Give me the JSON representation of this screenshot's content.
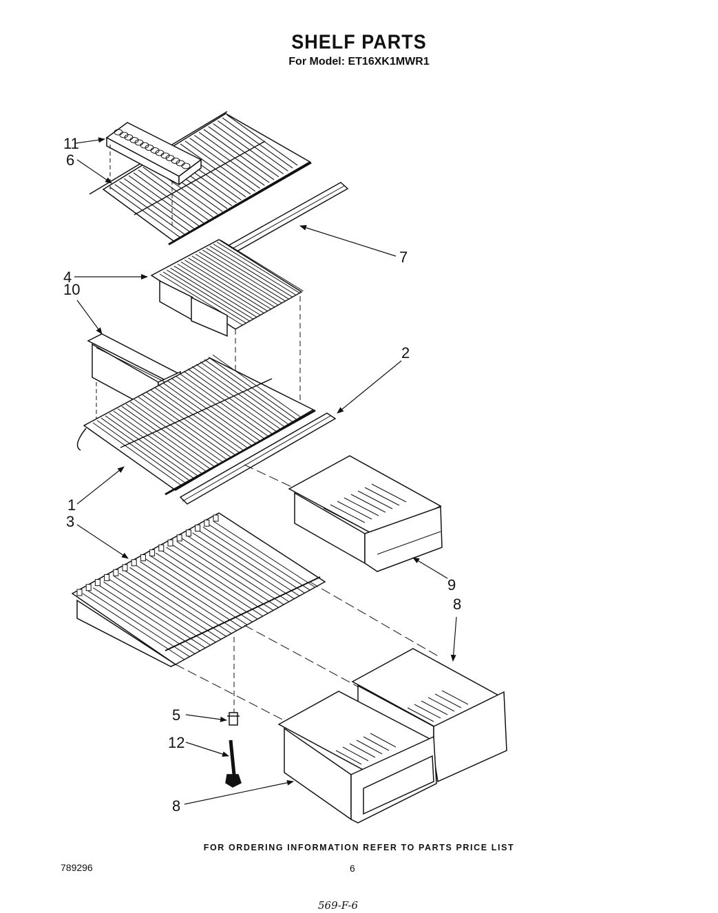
{
  "title": "SHELF PARTS",
  "subtitle": "For Model: ET16XK1MWR1",
  "footer": "FOR ORDERING INFORMATION REFER TO PARTS PRICE LIST",
  "doc_number": "789296",
  "page_number": "6",
  "handwritten_note": "569-F-6",
  "callouts": [
    "11",
    "6",
    "7",
    "4",
    "10",
    "2",
    "1",
    "3",
    "9",
    "8",
    "8",
    "5",
    "12"
  ]
}
